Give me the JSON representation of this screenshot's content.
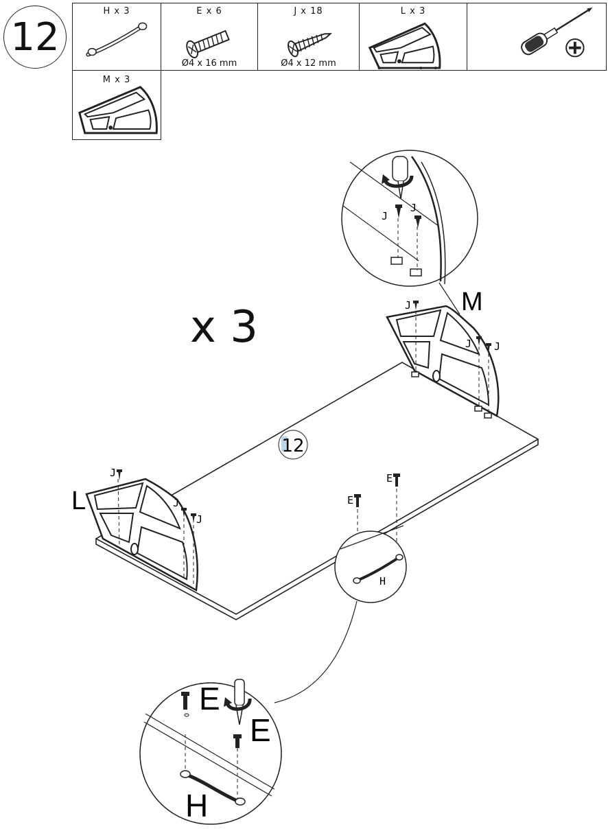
{
  "step_number": "12",
  "multiplier": "x 3",
  "center_badge": "12",
  "parts": [
    {
      "label": "H x 3",
      "dimension": "",
      "icon": "handle-icon"
    },
    {
      "label": "E x 6",
      "dimension": "Ø4 x 16 mm",
      "icon": "machine-screw-icon"
    },
    {
      "label": "J  x 18",
      "dimension": "Ø4 x 12 mm",
      "icon": "wood-screw-icon"
    },
    {
      "label": "L x 3",
      "dimension": "",
      "icon": "bracket-l-icon"
    },
    {
      "label": "",
      "dimension": "",
      "icon": "phillips-screwdriver-icon"
    }
  ],
  "part_m": {
    "label": "M x 3",
    "icon": "bracket-m-icon"
  },
  "labels": {
    "m": "M",
    "l": "L",
    "j": "J",
    "e": "E",
    "h": "H"
  }
}
